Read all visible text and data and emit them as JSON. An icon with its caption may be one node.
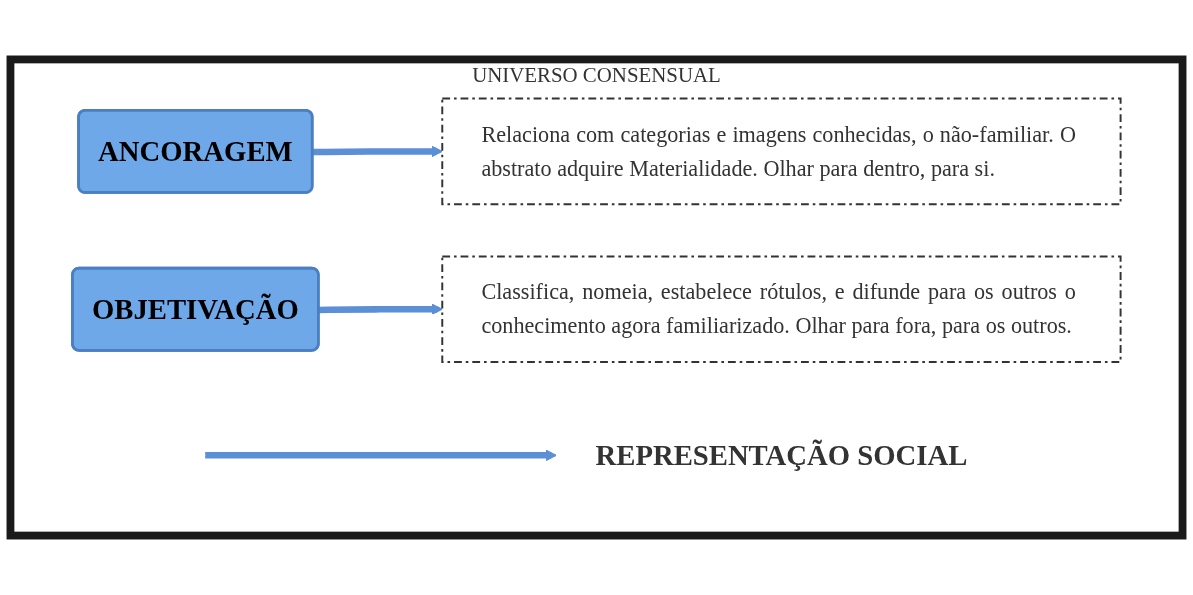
{
  "diagram": {
    "nodes": [
      {
        "text": [
          "UNIVERSO CONSENSUAL"
        ]
      },
      {
        "text": [
          "ANCORAGEM"
        ],
        "in": 0
      },
      {
        "text": [
          "Relaciona com categorias e imagens conhecidas, o não-familiar. O abstrato adquire Materialidade. Olhar para dentro, para si."
        ],
        "in": 0
      },
      {
        "text": [
          "OBJETIVAÇÃO"
        ],
        "in": 0
      },
      {
        "text": [
          "Classifica, nomeia, estabelece rótulos, e difunde para os outros o conhecimento agora familiarizado. Olhar para fora, para os outros."
        ],
        "in": 0
      },
      {
        "text": [
          "REPRESENTAÇÃO SOCIAL"
        ],
        "in": 0
      }
    ],
    "edges": [
      {
        "from": 1,
        "to": 2,
        "arrow": "to"
      },
      {
        "from": 3,
        "to": 4,
        "arrow": "to"
      },
      {
        "from": null,
        "to": 5,
        "arrow": "to"
      }
    ]
  }
}
